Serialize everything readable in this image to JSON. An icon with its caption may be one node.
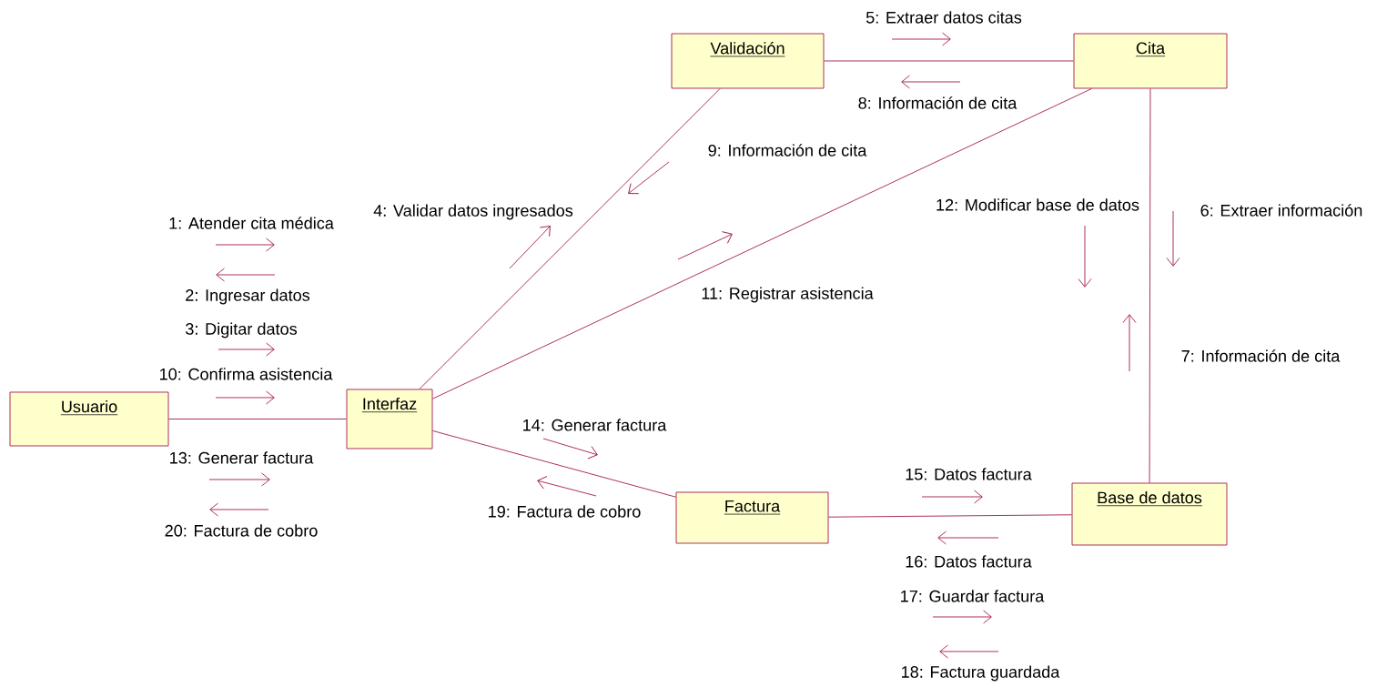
{
  "diagram": {
    "nodes": [
      {
        "text": [
          "Validación"
        ]
      },
      {
        "text": [
          "Cita"
        ]
      },
      {
        "text": [
          "Usuario"
        ]
      },
      {
        "text": [
          "Interfaz"
        ]
      },
      {
        "text": [
          "Factura"
        ]
      },
      {
        "text": [
          "Base de datos"
        ]
      }
    ],
    "edges": [
      {
        "from": 0,
        "to": 1,
        "arrow": "none"
      },
      {
        "from": 3,
        "to": 0,
        "arrow": "none"
      },
      {
        "from": 3,
        "to": 1,
        "arrow": "none"
      },
      {
        "from": 1,
        "to": 5,
        "arrow": "none"
      },
      {
        "from": 2,
        "to": 3,
        "arrow": "none"
      },
      {
        "from": 3,
        "to": 4,
        "arrow": "none"
      },
      {
        "from": 4,
        "to": 5,
        "arrow": "none"
      }
    ],
    "labels": [
      "5: Extraer datos citas",
      "8: Información de cita",
      "9: Información de cita",
      "12: Modificar base de datos",
      "6: Extraer información",
      "4: Validar datos ingresados",
      "1: Atender cita médica",
      "2: Ingresar datos",
      "11: Registrar asistencia",
      "3: Digitar datos",
      "7: Información de cita",
      "10: Confirma asistencia",
      "14: Generar factura",
      "13: Generar factura",
      "15: Datos factura",
      "19: Factura de cobro",
      "20: Factura de cobro",
      "16: Datos factura",
      "17: Guardar factura",
      "18: Factura guardada"
    ]
  }
}
